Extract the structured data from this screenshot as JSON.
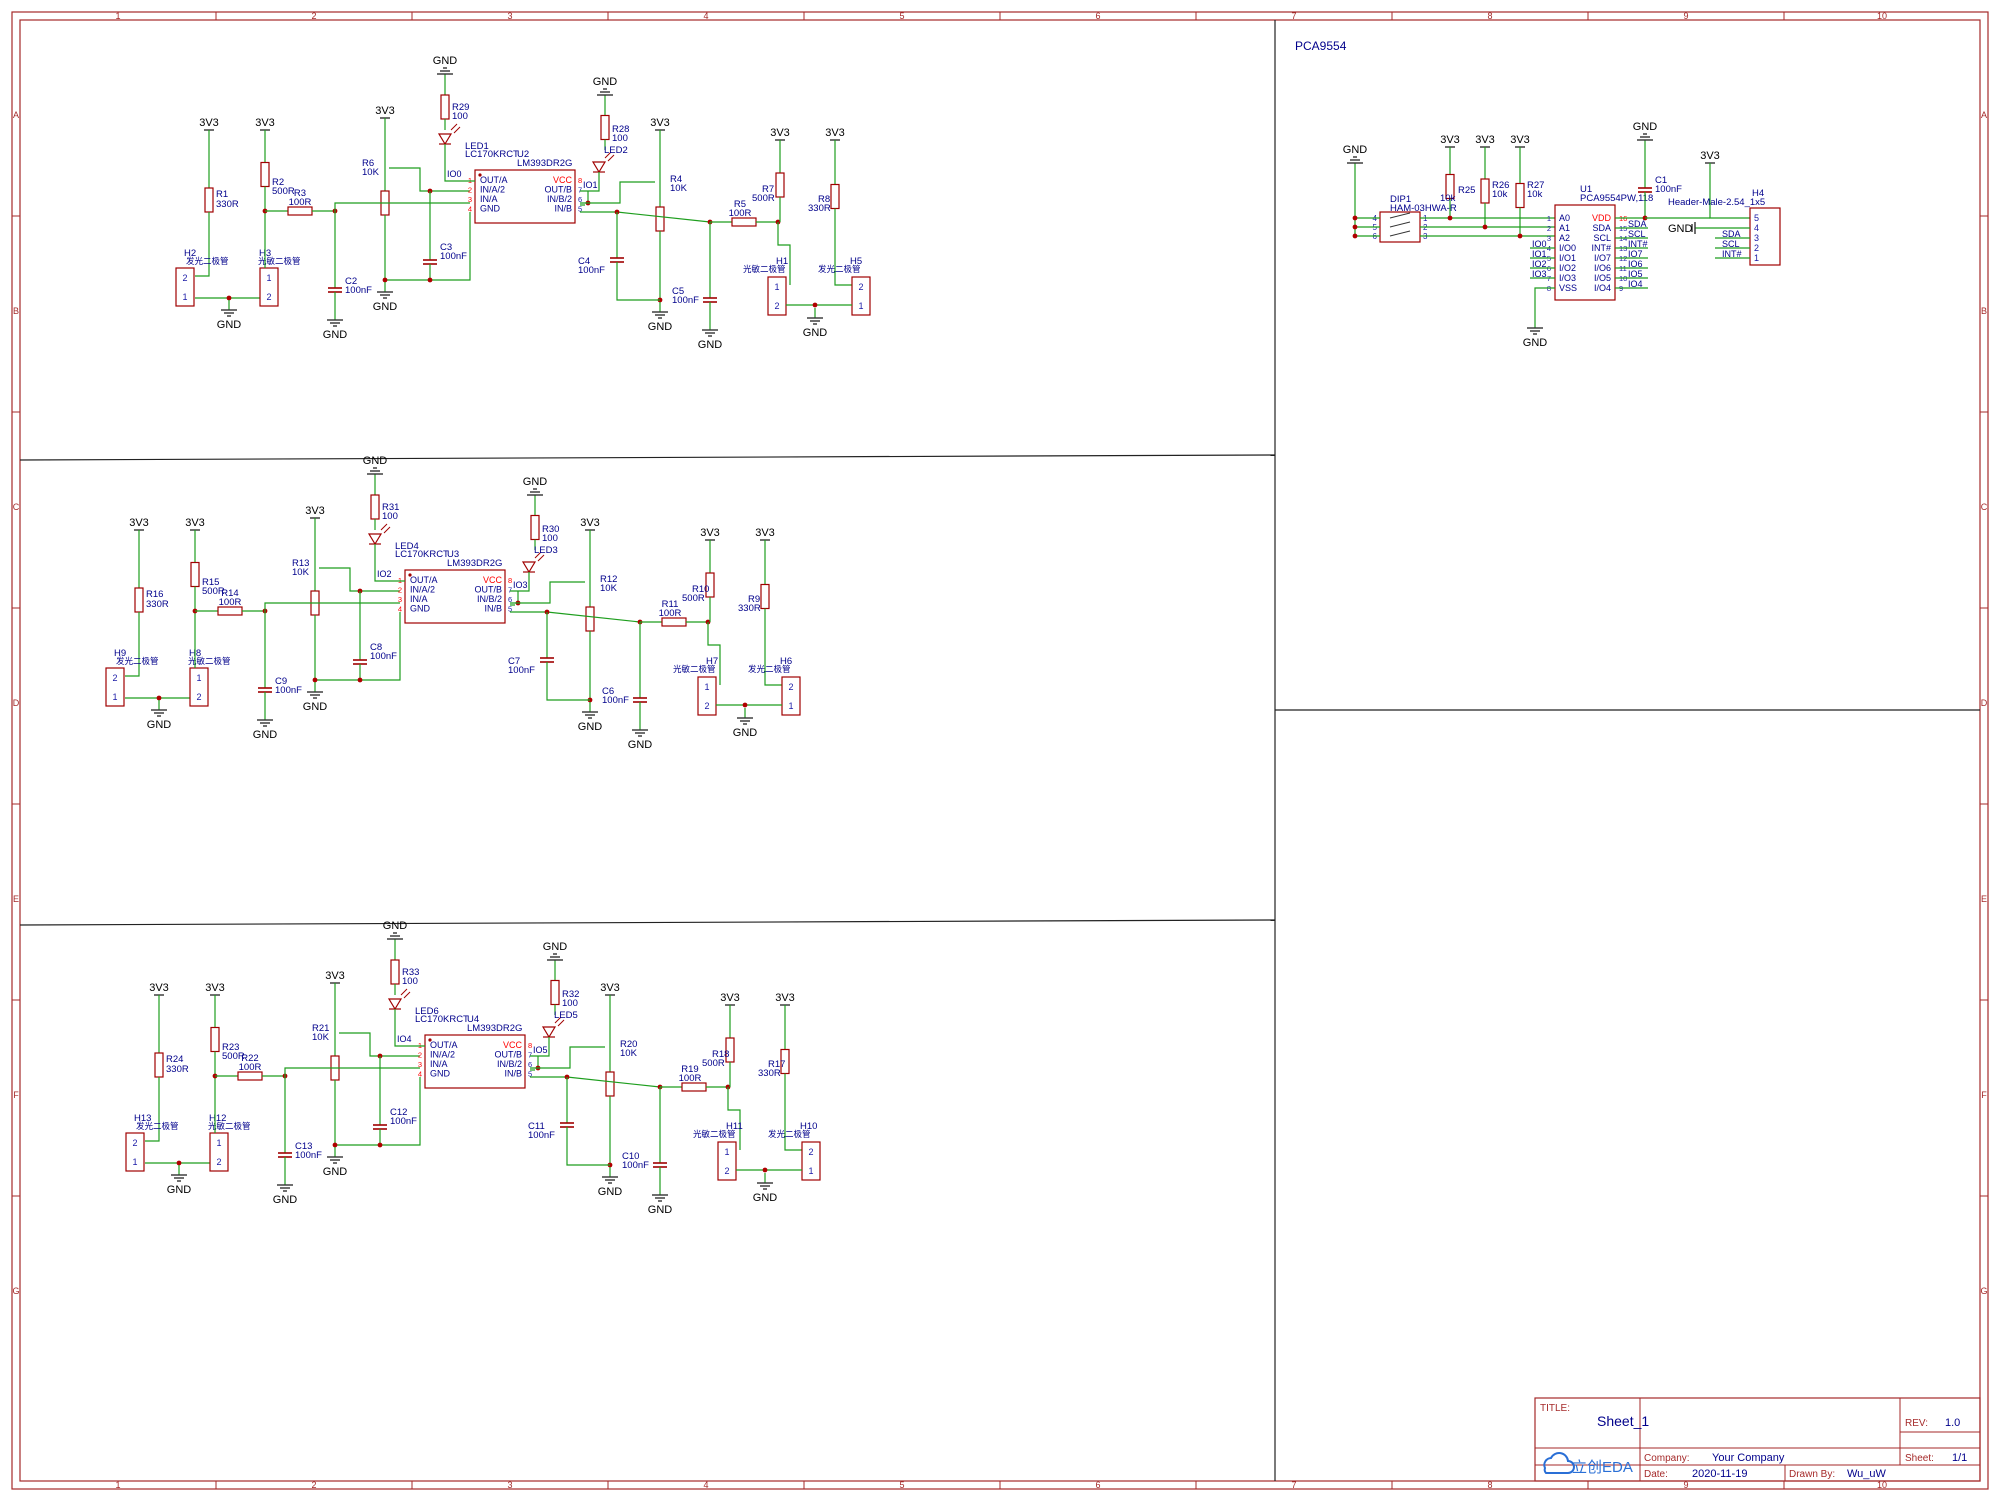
{
  "colors": {
    "frame": "#a52a2a",
    "wire": "#1e9e1e",
    "net": "#00008b",
    "pin": "#1a1aa6",
    "power": "#ff0000",
    "part": "#a00000",
    "junction": "#b00000"
  },
  "border": {
    "top_numbers": [
      "1",
      "2",
      "3",
      "4",
      "5",
      "6",
      "7",
      "8",
      "9",
      "10"
    ],
    "side_letters": [
      "A",
      "B",
      "C",
      "D",
      "E",
      "F",
      "G"
    ]
  },
  "section_title": "PCA9554",
  "title_block": {
    "title_label": "TITLE:",
    "title": "Sheet_1",
    "rev_label": "REV:",
    "rev": "1.0",
    "company_label": "Company:",
    "company": "Your Company",
    "sheet_label": "Sheet:",
    "sheet": "1/1",
    "date_label": "Date:",
    "date": "2020-11-19",
    "drawn_label": "Drawn By:",
    "drawn": "Wu_uW",
    "logo": "立创EDA"
  },
  "net": {
    "gnd": "GND",
    "vcc": "3V3"
  },
  "comparator": {
    "pins_left": [
      "OUT/A",
      "IN/A/2",
      "IN/A",
      "GND"
    ],
    "pins_right": [
      "VCC",
      "OUT/B",
      "IN/B/2",
      "IN/B"
    ],
    "led_part": "LC170KRCT",
    "comp_part": "LM393DR2G"
  },
  "blocks": [
    {
      "r_a": "R1",
      "r_a_val": "330R",
      "r_b": "R2",
      "r_b_val": "500R",
      "r_s": "R3",
      "r_s_val": "100R",
      "c_a": "C2",
      "c_a_val": "100nF",
      "pot": "R6",
      "pot_val": "10K",
      "c_b": "C3",
      "c_b_val": "100nF",
      "r_led": "R29",
      "r_led_val": "100",
      "led": "LED1",
      "comp": "U2",
      "io": "IO0",
      "r_led2": "R28",
      "r_led2_val": "100",
      "led2": "LED2",
      "io2": "IO1",
      "pot2": "R4",
      "pot2_val": "10K",
      "c_c": "C4",
      "c_c_val": "100nF",
      "r_s2": "R5",
      "r_s2_val": "100R",
      "c_d": "C5",
      "c_d_val": "100nF",
      "r_c": "R7",
      "r_c_val": "500R",
      "r_d": "R8",
      "r_d_val": "330R",
      "h_a": "H2",
      "h_a_lbl": "发光二极管",
      "h_b": "H3",
      "h_b_lbl": "光敏二极管",
      "h_c": "H1",
      "h_c_lbl": "光敏二极管",
      "h_d": "H5",
      "h_d_lbl": "发光二极管"
    },
    {
      "r_a": "R16",
      "r_a_val": "330R",
      "r_b": "R15",
      "r_b_val": "500R",
      "r_s": "R14",
      "r_s_val": "100R",
      "c_a": "C9",
      "c_a_val": "100nF",
      "pot": "R13",
      "pot_val": "10K",
      "c_b": "C8",
      "c_b_val": "100nF",
      "r_led": "R31",
      "r_led_val": "100",
      "led": "LED4",
      "comp": "U3",
      "io": "IO2",
      "r_led2": "R30",
      "r_led2_val": "100",
      "led2": "LED3",
      "io2": "IO3",
      "pot2": "R12",
      "pot2_val": "10K",
      "c_c": "C7",
      "c_c_val": "100nF",
      "r_s2": "R11",
      "r_s2_val": "100R",
      "c_d": "C6",
      "c_d_val": "100nF",
      "r_c": "R10",
      "r_c_val": "500R",
      "r_d": "R9",
      "r_d_val": "330R",
      "h_a": "H9",
      "h_a_lbl": "发光二极管",
      "h_b": "H8",
      "h_b_lbl": "光敏二极管",
      "h_c": "H7",
      "h_c_lbl": "光敏二极管",
      "h_d": "H6",
      "h_d_lbl": "发光二极管"
    },
    {
      "r_a": "R24",
      "r_a_val": "330R",
      "r_b": "R23",
      "r_b_val": "500R",
      "r_s": "R22",
      "r_s_val": "100R",
      "c_a": "C13",
      "c_a_val": "100nF",
      "pot": "R21",
      "pot_val": "10K",
      "c_b": "C12",
      "c_b_val": "100nF",
      "r_led": "R33",
      "r_led_val": "100",
      "led": "LED6",
      "comp": "U4",
      "io": "IO4",
      "r_led2": "R32",
      "r_led2_val": "100",
      "led2": "LED5",
      "io2": "IO5",
      "pot2": "R20",
      "pot2_val": "10K",
      "c_c": "C11",
      "c_c_val": "100nF",
      "r_s2": "R19",
      "r_s2_val": "100R",
      "c_d": "C10",
      "c_d_val": "100nF",
      "r_c": "R18",
      "r_c_val": "500R",
      "r_d": "R17",
      "r_d_val": "330R",
      "h_a": "H13",
      "h_a_lbl": "发光二极管",
      "h_b": "H12",
      "h_b_lbl": "光敏二极管",
      "h_c": "H11",
      "h_c_lbl": "光敏二极管",
      "h_d": "H10",
      "h_d_lbl": "发光二极管"
    }
  ],
  "pca": {
    "dip": "DIP1",
    "dip_part": "HAM-03HWA-R",
    "dip_pins_left": [
      "4",
      "5",
      "6"
    ],
    "dip_pins_right": [
      "1",
      "2",
      "3"
    ],
    "r25": "R25",
    "r25_val": "10k",
    "r26": "R26",
    "r26_val": "10k",
    "r27": "R27",
    "r27_val": "10k",
    "u1": "U1",
    "u1_part": "PCA9554PW,118",
    "c1": "C1",
    "c1_val": "100nF",
    "h4": "H4",
    "h4_part": "Header-Male-2.54_1x5",
    "left_pins": [
      "A0",
      "A1",
      "A2",
      "I/O0",
      "I/O1",
      "I/O2",
      "I/O3",
      "VSS"
    ],
    "left_nums": [
      "1",
      "2",
      "3",
      "4",
      "5",
      "6",
      "7",
      "8"
    ],
    "right_pins": [
      "VDD",
      "SDA",
      "SCL",
      "INT#",
      "I/O7",
      "I/O6",
      "I/O5",
      "I/O4"
    ],
    "right_nums": [
      "16",
      "15",
      "14",
      "13",
      "12",
      "11",
      "10",
      "9"
    ],
    "left_nets": [
      "IO0",
      "IO1",
      "IO2",
      "IO3"
    ],
    "right_nets": [
      "SDA",
      "SCL",
      "INT#",
      "IO7",
      "IO6",
      "IO5",
      "IO4"
    ],
    "hdr_nets": [
      "SDA",
      "SCL",
      "INT#"
    ],
    "hdr_pins": [
      "5",
      "4",
      "3",
      "2",
      "1"
    ]
  }
}
